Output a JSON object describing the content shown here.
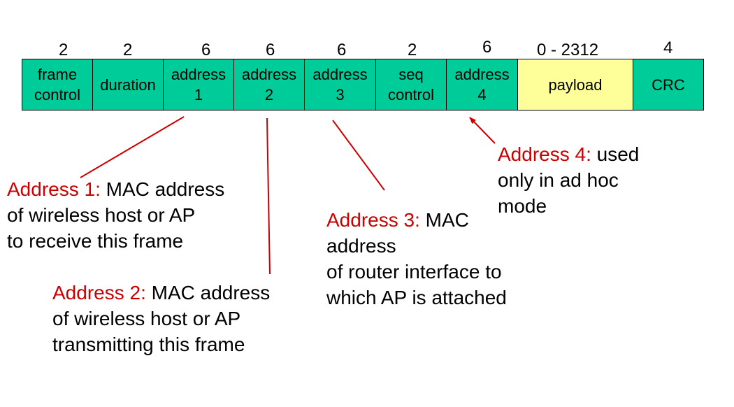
{
  "frame": {
    "sizes": [
      "2",
      "2",
      "6",
      "6",
      "6",
      "2",
      "6",
      "0 - 2312",
      "4"
    ],
    "fields": [
      {
        "label": "frame\ncontrol",
        "color": "#00cc99"
      },
      {
        "label": "duration",
        "color": "#00cc99"
      },
      {
        "label": "address\n1",
        "color": "#00cc99"
      },
      {
        "label": "address\n2",
        "color": "#00cc99"
      },
      {
        "label": "address\n3",
        "color": "#00cc99"
      },
      {
        "label": "seq\ncontrol",
        "color": "#00cc99"
      },
      {
        "label": "address\n4",
        "color": "#00cc99"
      },
      {
        "label": "payload",
        "color": "#ffff99"
      },
      {
        "label": "CRC",
        "color": "#00cc99"
      }
    ]
  },
  "callouts": {
    "address1": {
      "head": "Address 1:",
      "lines": [
        " MAC address",
        "of wireless host or AP",
        "to receive this frame"
      ]
    },
    "address2": {
      "head": "Address 2:",
      "lines": [
        " MAC address",
        "of wireless host or AP",
        "transmitting this frame"
      ]
    },
    "address3": {
      "head": "Address 3:",
      "lines": [
        " MAC",
        "address",
        "of router interface to",
        "which AP is attached"
      ]
    },
    "address4": {
      "head": "Address 4:",
      "lines": [
        " used",
        "only in ad hoc",
        "mode"
      ]
    }
  },
  "colors": {
    "field": "#00cc99",
    "payload": "#ffff99",
    "accent_text": "#cc0000",
    "connector": "#cc0000"
  }
}
